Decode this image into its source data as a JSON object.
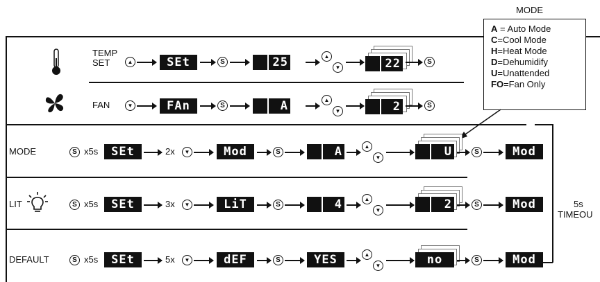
{
  "legend": {
    "title": "MODE",
    "items": [
      {
        "key": "A",
        "sep": " = ",
        "text": "Auto Mode"
      },
      {
        "key": "C",
        "sep": "=",
        "text": "Cool Mode"
      },
      {
        "key": "H",
        "sep": "=",
        "text": "Heat Mode"
      },
      {
        "key": "D",
        "sep": "=",
        "text": "Dehumidify"
      },
      {
        "key": "U",
        "sep": "=",
        "text": "Unattended"
      },
      {
        "key": "FO",
        "sep": "=",
        "text": "Fan Only"
      }
    ]
  },
  "timeout": {
    "line1": "5s",
    "line2": "TIMEOU"
  },
  "rows": {
    "temp": {
      "label_line1": "TEMP",
      "label_line2": "SET",
      "icon": "thermometer-icon",
      "displays": [
        "SEt",
        "25",
        "22"
      ]
    },
    "fan": {
      "label": "FAN",
      "icon": "fan-icon",
      "displays": [
        "FAn",
        "A",
        "2"
      ]
    },
    "mode": {
      "label": "MODE",
      "hold": "x5s",
      "press_count": "2x",
      "displays": [
        "SEt",
        "Mod",
        "A",
        "U",
        "Mod"
      ]
    },
    "lit": {
      "label": "LIT",
      "icon": "light-bulb-icon",
      "hold": "x5s",
      "press_count": "3x",
      "displays": [
        "SEt",
        "LiT",
        "4",
        "2",
        "Mod"
      ]
    },
    "default": {
      "label": "DEFAULT",
      "hold": "x5s",
      "press_count": "5x",
      "displays": [
        "SEt",
        "dEF",
        "YES",
        "no",
        "Mod"
      ]
    }
  },
  "button_glyphs": {
    "s": "S",
    "up": "▲",
    "down": "▼"
  }
}
